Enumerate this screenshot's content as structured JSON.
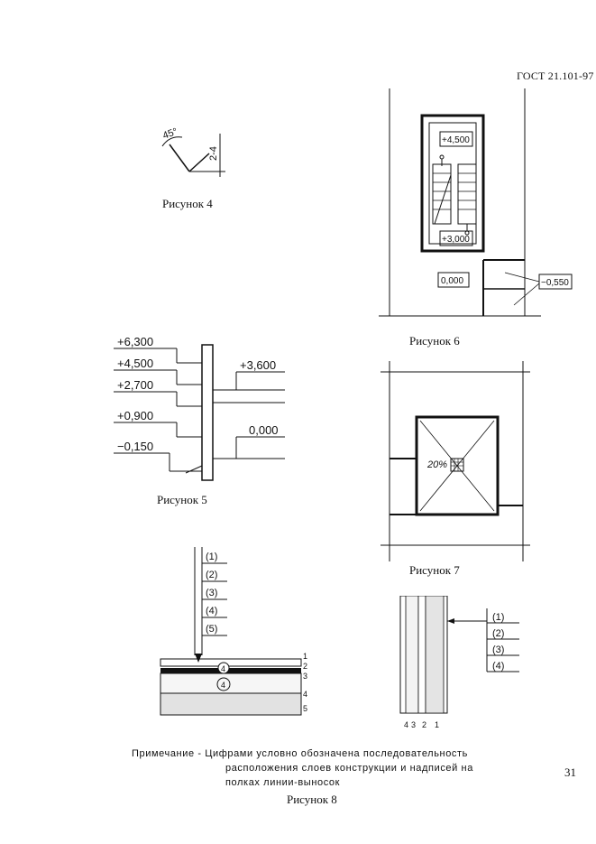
{
  "header": {
    "standard": "ГОСТ 21.101-97"
  },
  "page_number": "31",
  "figure4": {
    "caption": "Рисунок 4",
    "angle": "45°",
    "dim": "2-4"
  },
  "figure5": {
    "caption": "Рисунок 5",
    "levels_left": [
      "+6,300",
      "+4,500",
      "+2,700",
      "+0,900",
      "−0,150"
    ],
    "levels_right": [
      "+3,600",
      "0,000"
    ]
  },
  "figure6": {
    "caption": "Рисунок 6",
    "marks": {
      "top": "+4,500",
      "middle": "+3,000",
      "floor": "0,000",
      "pit": "−0,550"
    }
  },
  "figure7": {
    "caption": "Рисунок 7",
    "slope": "20%"
  },
  "figure8": {
    "caption": "Рисунок 8",
    "shelf_labels": [
      "(1)",
      "(2)",
      "(3)",
      "(4)",
      "(5)"
    ],
    "layer_numbers": [
      "1",
      "2",
      "3",
      "4",
      "5"
    ],
    "circle_labels": [
      "4",
      "4"
    ],
    "wall_labels": [
      "(1)",
      "(2)",
      "(3)",
      "(4)"
    ],
    "wall_numbers": [
      "4",
      "3",
      "2",
      "1"
    ]
  },
  "note": {
    "lines": [
      "Примечание - Цифрами условно обозначена последовательность",
      "расположения слоев конструкции и надписей на",
      "полках линии-выносок"
    ]
  }
}
